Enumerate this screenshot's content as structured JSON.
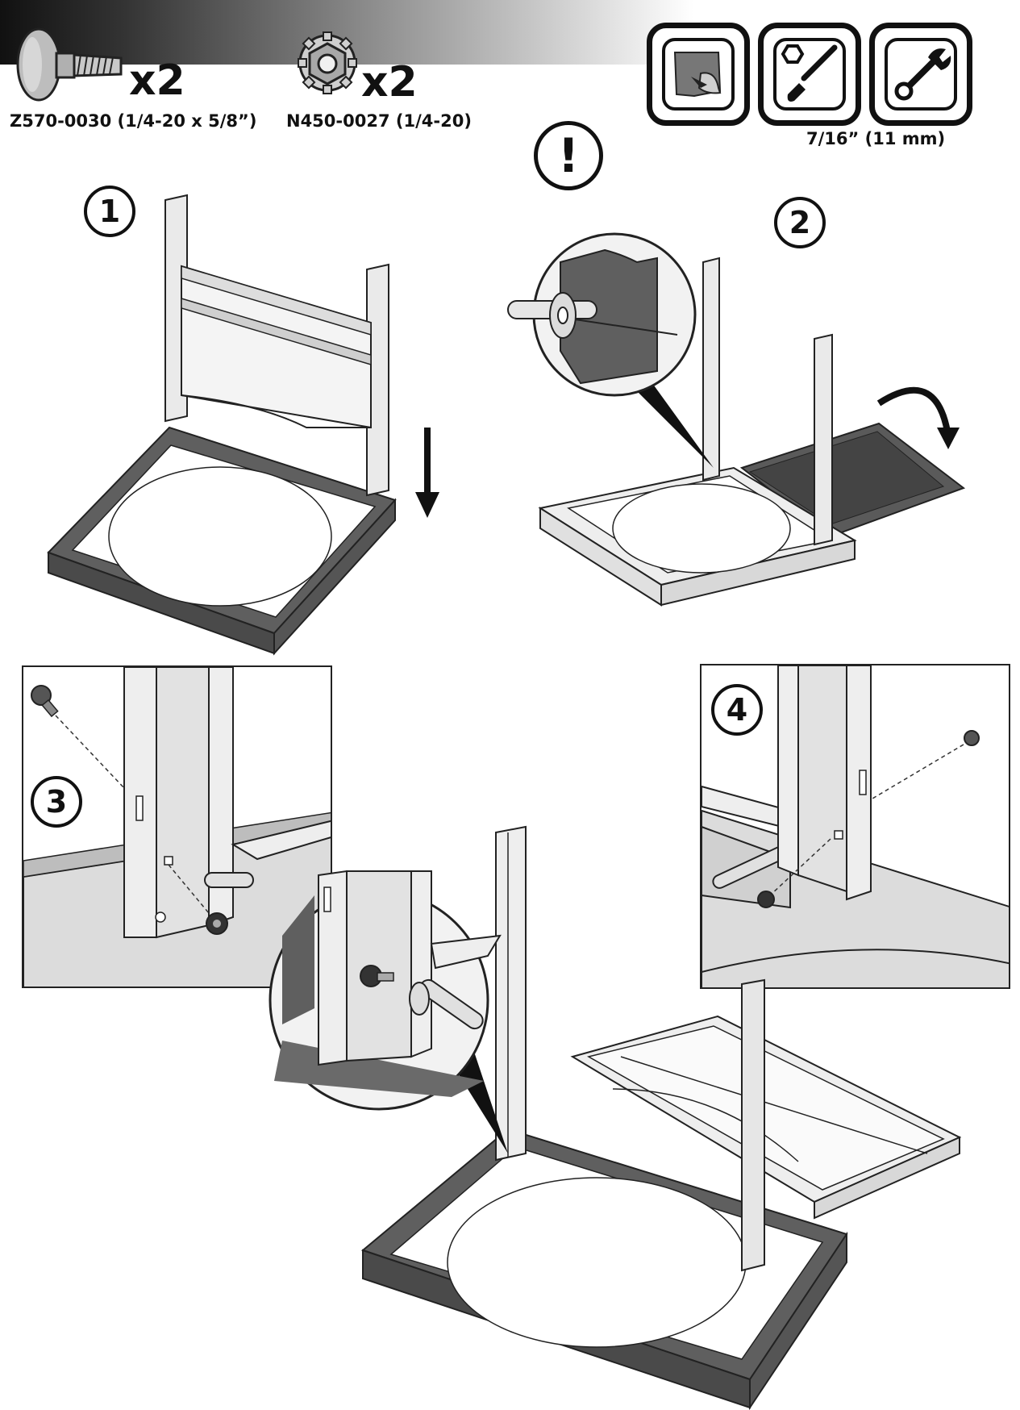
{
  "header": {
    "parts": [
      {
        "icon": "carriage-bolt-icon",
        "quantity": "x2",
        "code": "Z570-0030 (1/4-20 x 5/8”)"
      },
      {
        "icon": "lock-nut-icon",
        "quantity": "x2",
        "code": "N450-0027 (1/4-20)"
      }
    ],
    "tools": [
      {
        "icon": "protective-surface-icon"
      },
      {
        "icon": "screwdriver-icon"
      },
      {
        "icon": "wrench-icon"
      }
    ],
    "tool_size": "7/16” (11 mm)"
  },
  "warning_icon": "exclamation-icon",
  "steps": [
    {
      "number": "1"
    },
    {
      "number": "2"
    },
    {
      "number": "3"
    },
    {
      "number": "4"
    }
  ],
  "colors": {
    "frame_dark": "#5f5f5f",
    "frame_light": "#eeeeee",
    "outline": "#222222"
  }
}
